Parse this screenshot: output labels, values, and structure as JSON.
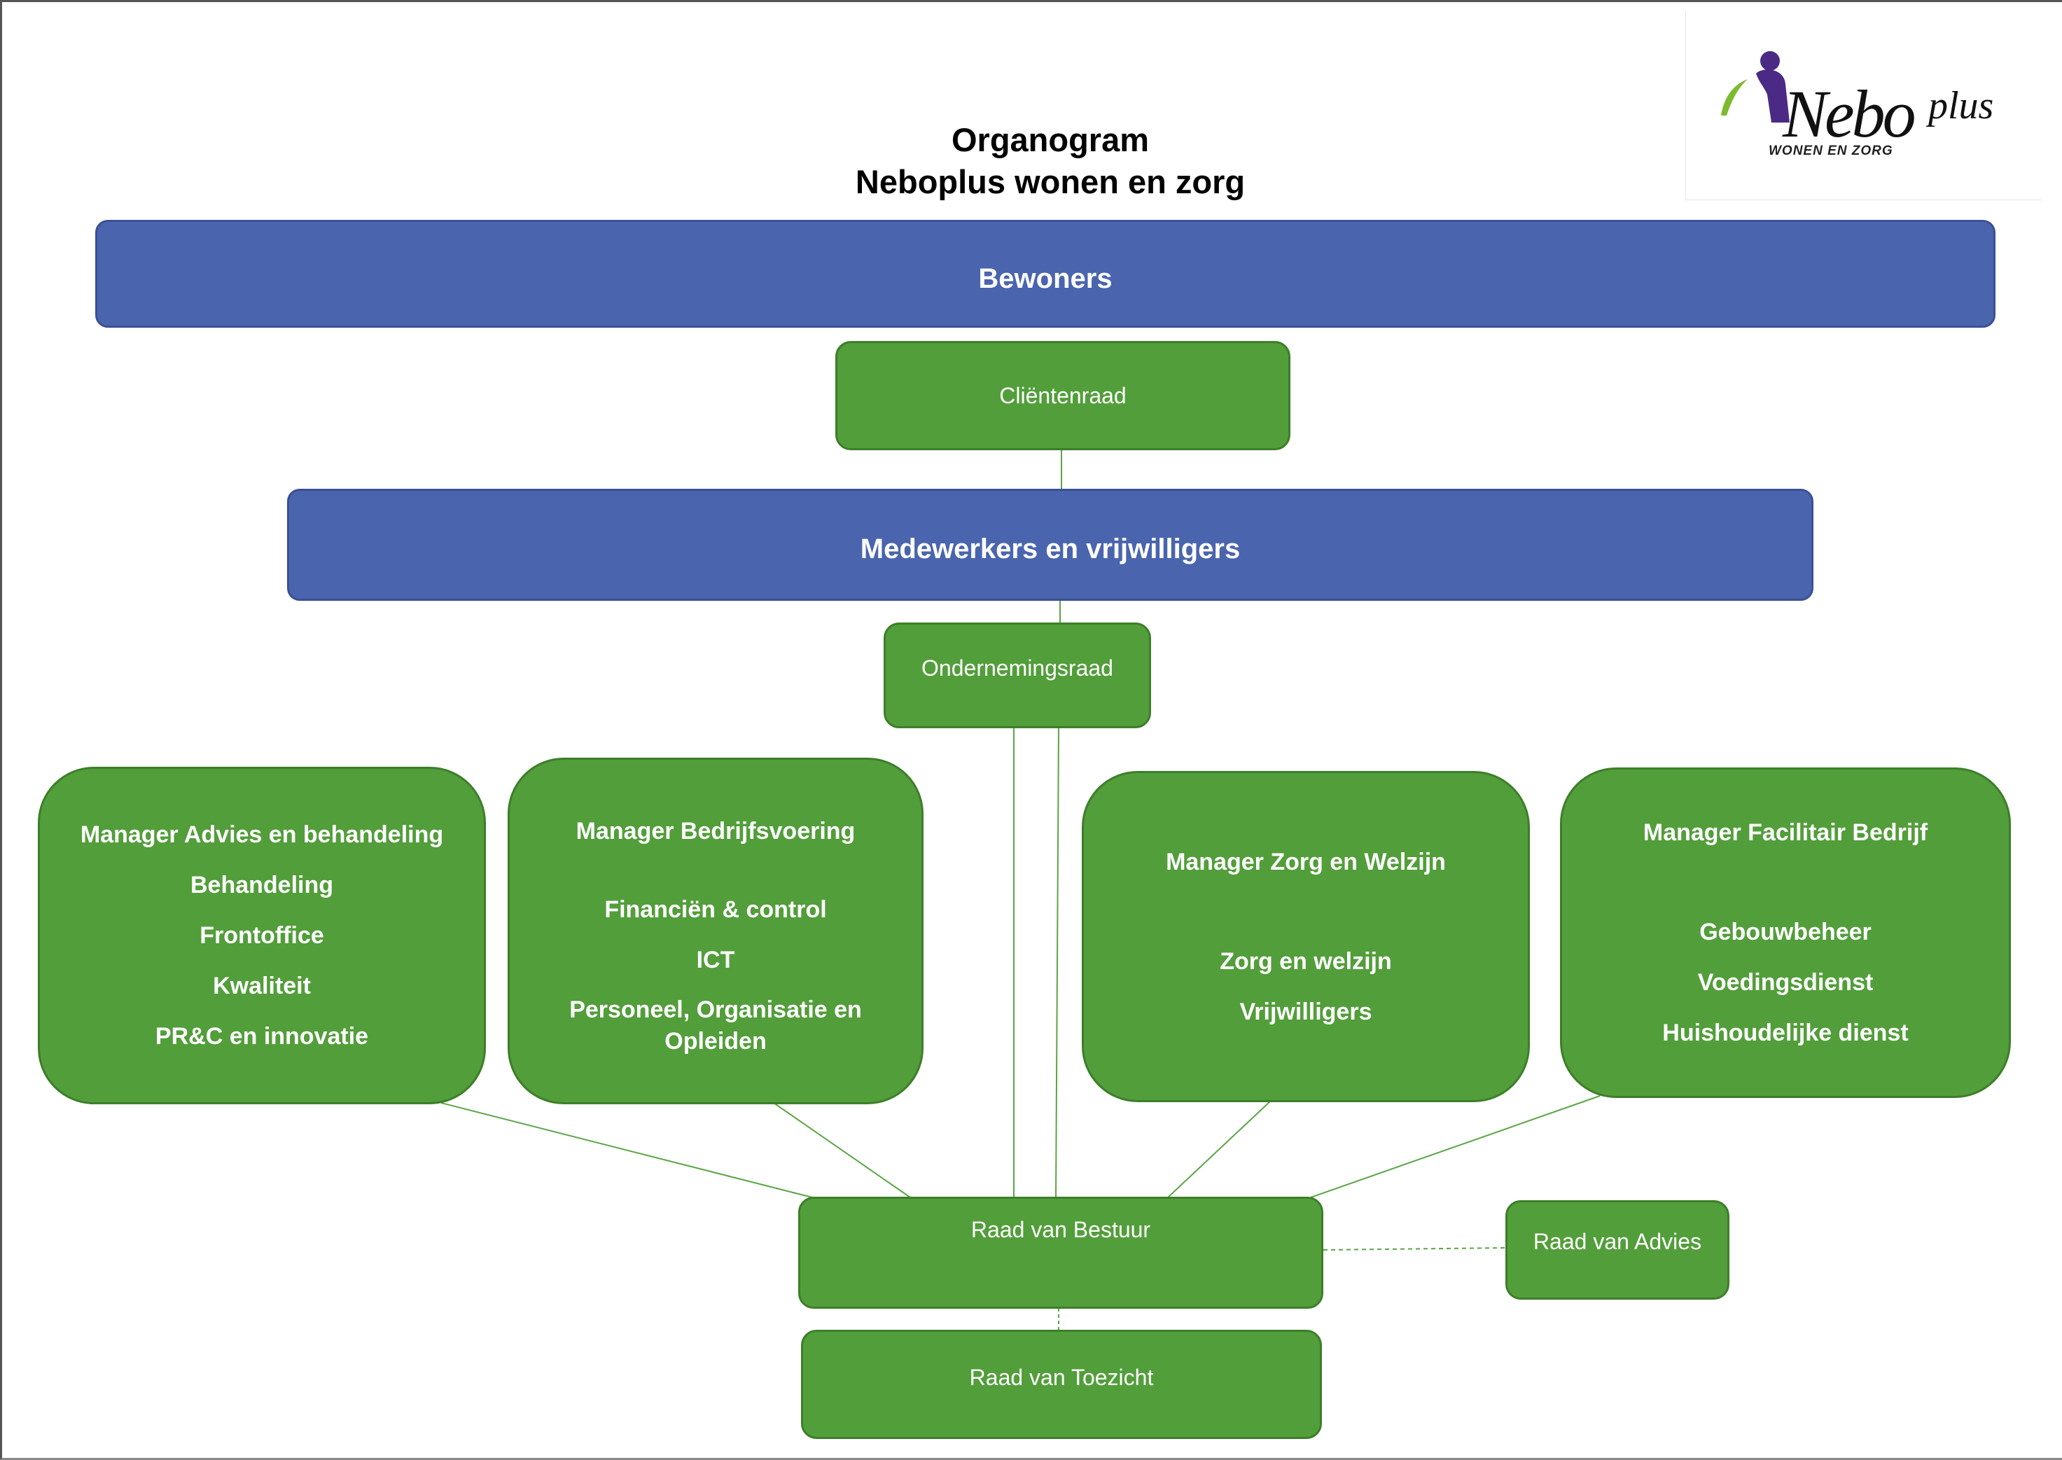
{
  "title": {
    "line1": "Organogram",
    "line2": "Neboplus wonen en zorg"
  },
  "logo": {
    "brand": "Nebo",
    "brand_suffix": "plus",
    "tagline": "WONEN EN ZORG"
  },
  "nodes": {
    "bewoners": "Bewoners",
    "clientenraad": "Cliëntenraad",
    "medewerkers": "Medewerkers en vrijwilligers",
    "ondernemingsraad": "Ondernemingsraad",
    "raad_van_bestuur": "Raad van Bestuur",
    "raad_van_advies": "Raad van Advies",
    "raad_van_toezicht": "Raad van Toezicht"
  },
  "managers": [
    {
      "title": "Manager Advies en behandeling",
      "units": [
        "Behandeling",
        "Frontoffice",
        "Kwaliteit",
        "PR&C en innovatie"
      ]
    },
    {
      "title": "Manager Bedrijfsvoering",
      "units": [
        "Financiën & control",
        "ICT",
        "Personeel, Organisatie en",
        "Opleiden"
      ]
    },
    {
      "title": "Manager Zorg en Welzijn",
      "units": [
        "Zorg en welzijn",
        "Vrijwilligers"
      ]
    },
    {
      "title": "Manager Facilitair Bedrijf",
      "units": [
        "Gebouwbeheer",
        "Voedingsdienst",
        "Huishoudelijke dienst"
      ]
    }
  ],
  "colors": {
    "band_blue": "#4a65ae",
    "box_green": "#529e3a",
    "connector_green": "#5aa545"
  }
}
